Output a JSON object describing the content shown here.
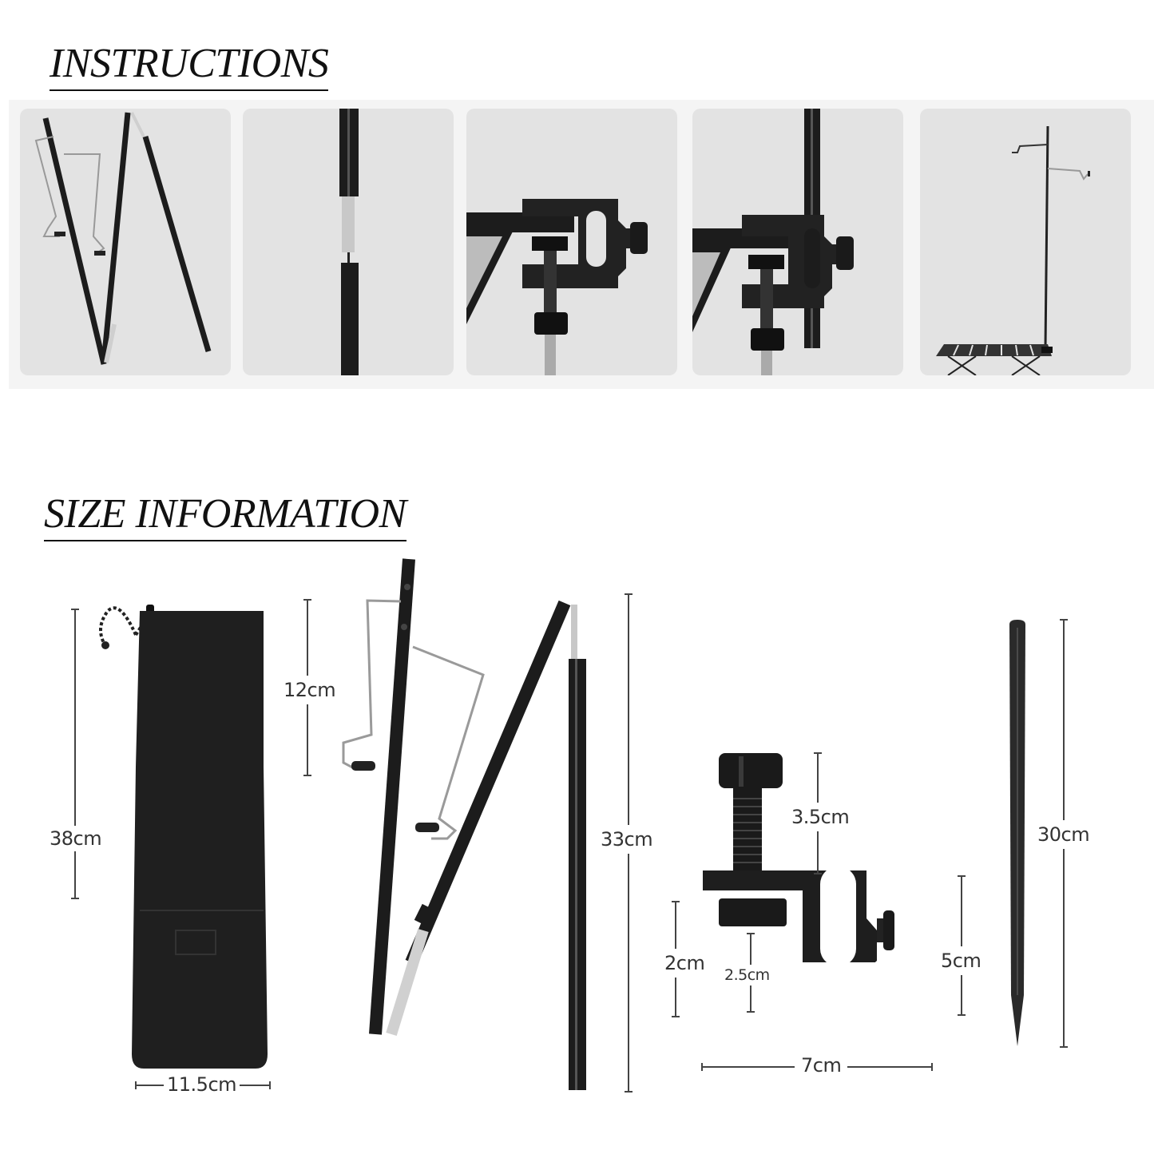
{
  "sections": {
    "instructions": {
      "title": "INSTRUCTIONS",
      "steps": [
        {
          "id": 1,
          "depicts": "folded pole sections with two wire hooks"
        },
        {
          "id": 2,
          "depicts": "pole sections being joined"
        },
        {
          "id": 3,
          "depicts": "clamp attached to table edge"
        },
        {
          "id": 4,
          "depicts": "pole inserted through clamp"
        },
        {
          "id": 5,
          "depicts": "assembled lantern stand on table"
        }
      ]
    },
    "size_information": {
      "title": "SIZE INFORMATION",
      "items": [
        {
          "name": "storage bag",
          "dimensions": {
            "height": "38cm",
            "width": "11.5cm"
          }
        },
        {
          "name": "pole with hooks",
          "dimensions": {
            "hook": "12cm",
            "pole_section": "33cm"
          }
        },
        {
          "name": "table clamp",
          "dimensions": {
            "screw": "3.5cm",
            "jaw_opening": "2cm",
            "inner_gap": "2.5cm",
            "height": "5cm",
            "width": "7cm"
          }
        },
        {
          "name": "ground stake",
          "dimensions": {
            "length": "30cm"
          }
        }
      ]
    }
  },
  "labels": {
    "bag_height": "38cm",
    "bag_width": "11.5cm",
    "hook_length": "12cm",
    "pole_length": "33cm",
    "clamp_screw": "3.5cm",
    "clamp_jaw": "2cm",
    "clamp_gap": "2.5cm",
    "clamp_height": "5cm",
    "clamp_width": "7cm",
    "stake_length": "30cm"
  },
  "colors": {
    "panel_bg": "#e3e3e3",
    "strip_bg": "#f4f4f4",
    "metal_black": "#1c1c1c",
    "text": "#333333"
  }
}
